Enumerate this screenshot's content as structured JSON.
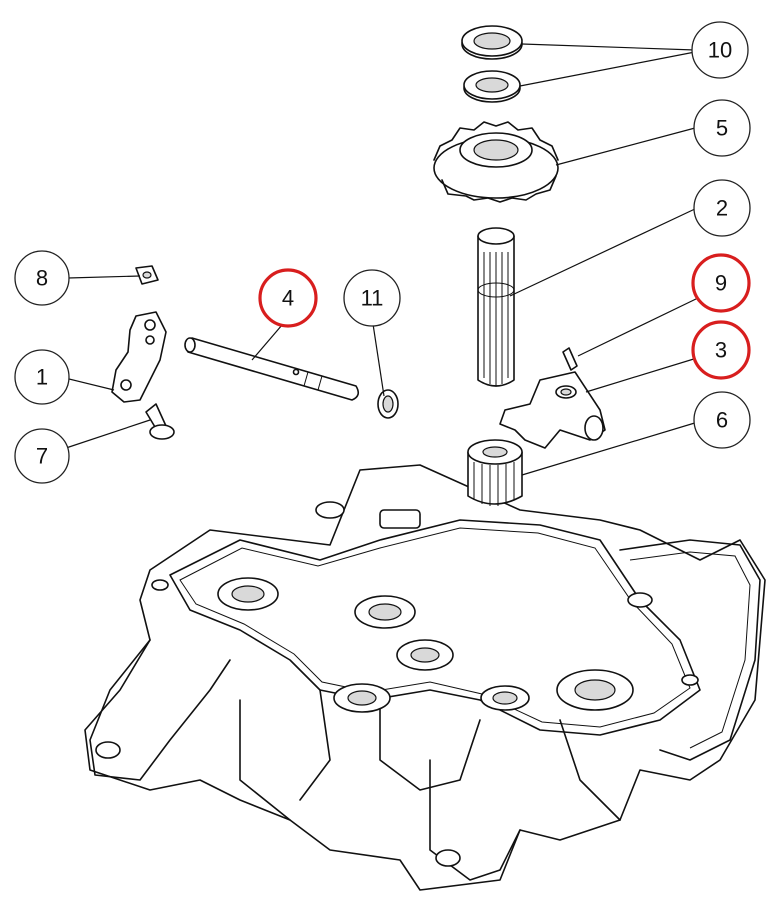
{
  "diagram": {
    "callouts": [
      {
        "id": "c10",
        "label": "10",
        "highlight": false
      },
      {
        "id": "c5",
        "label": "5",
        "highlight": false
      },
      {
        "id": "c2",
        "label": "2",
        "highlight": false
      },
      {
        "id": "c8",
        "label": "8",
        "highlight": false
      },
      {
        "id": "c4",
        "label": "4",
        "highlight": true
      },
      {
        "id": "c11",
        "label": "11",
        "highlight": false
      },
      {
        "id": "c9",
        "label": "9",
        "highlight": true
      },
      {
        "id": "c3",
        "label": "3",
        "highlight": true
      },
      {
        "id": "c1",
        "label": "1",
        "highlight": false
      },
      {
        "id": "c7",
        "label": "7",
        "highlight": false
      },
      {
        "id": "c6",
        "label": "6",
        "highlight": false
      }
    ],
    "highlight_color": "#d81e1e"
  }
}
